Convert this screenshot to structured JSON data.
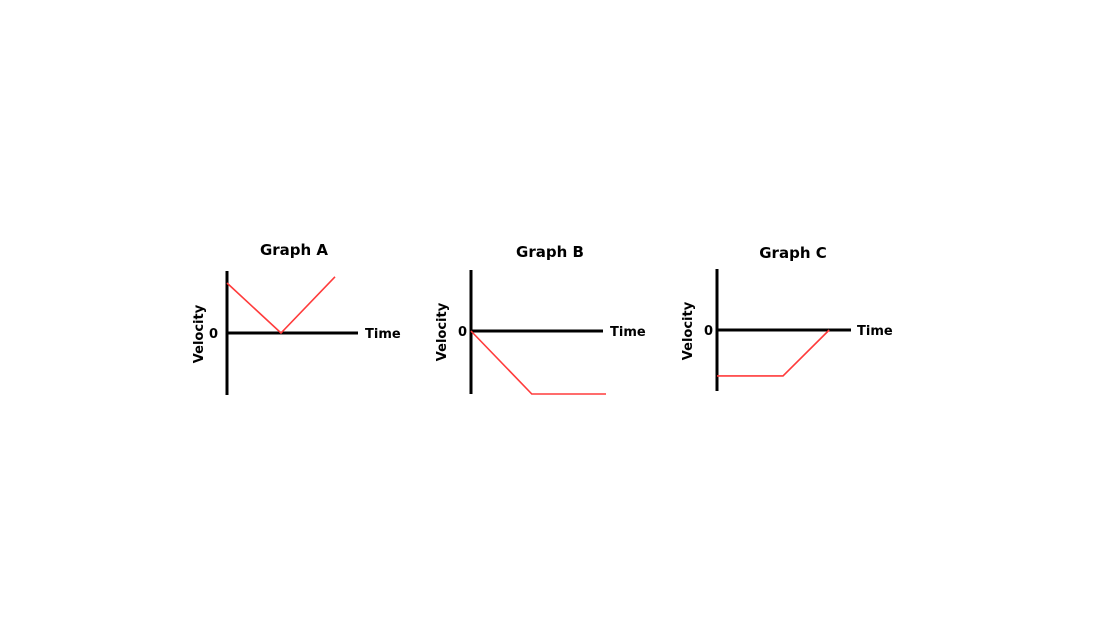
{
  "colors": {
    "axis": "#000000",
    "series": "#ff3b3b",
    "background": "#ffffff"
  },
  "chart_data": [
    {
      "type": "line",
      "title": "Graph A",
      "xlabel": "Time",
      "ylabel": "Velocity",
      "zero_label": "0",
      "xlim": [
        0,
        10
      ],
      "ylim": [
        -5,
        5
      ],
      "x": [
        0,
        4,
        8
      ],
      "values": [
        4,
        0,
        4.5
      ]
    },
    {
      "type": "line",
      "title": "Graph B",
      "xlabel": "Time",
      "ylabel": "Velocity",
      "zero_label": "0",
      "xlim": [
        0,
        10
      ],
      "ylim": [
        -5,
        5
      ],
      "x": [
        0,
        4.5,
        10
      ],
      "values": [
        0,
        -5,
        -5
      ]
    },
    {
      "type": "line",
      "title": "Graph C",
      "xlabel": "Time",
      "ylabel": "Velocity",
      "zero_label": "0",
      "xlim": [
        0,
        10
      ],
      "ylim": [
        -5,
        5
      ],
      "x": [
        0,
        5,
        8.5
      ],
      "values": [
        -3.7,
        -3.7,
        0
      ]
    }
  ]
}
